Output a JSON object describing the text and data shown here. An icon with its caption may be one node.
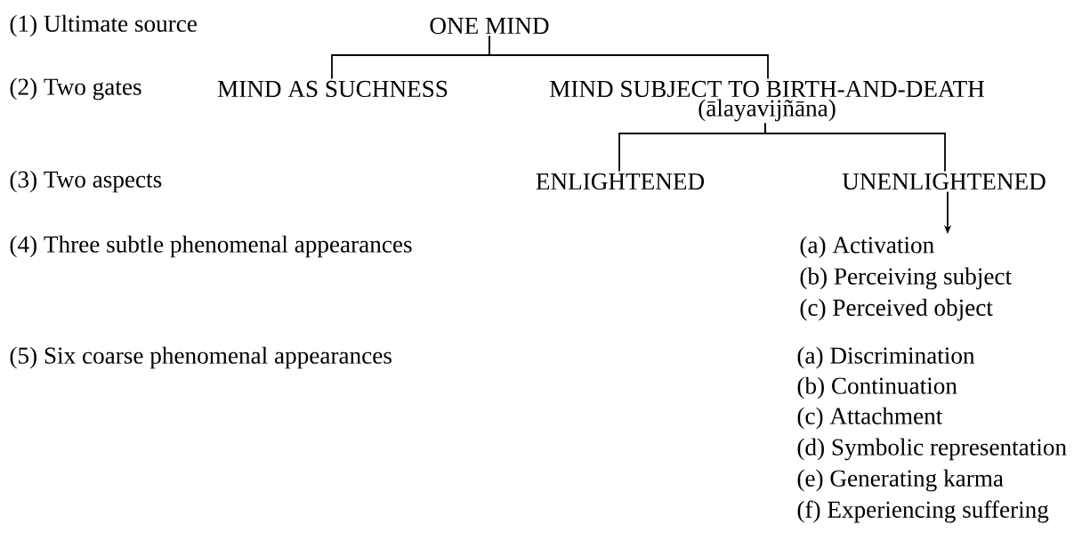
{
  "diagram": {
    "nodes": [
      {
        "text": [
          "ONE MIND"
        ]
      },
      {
        "text": [
          "MIND AS SUCHNESS"
        ]
      },
      {
        "text": [
          "MIND SUBJECT TO BIRTH-AND-DEATH"
        ],
        "beside": [
          "(ālayavijñāna)"
        ]
      },
      {
        "text": [
          "ENLIGHTENED"
        ]
      },
      {
        "text": [
          "UNENLIGHTENED"
        ]
      },
      {
        "text": [
          "(a) Activation",
          "(b) Perceiving subject",
          "(c) Perceived object"
        ]
      }
    ],
    "edges": [
      {
        "from": 0,
        "to": 1,
        "arrow": "none"
      },
      {
        "from": 0,
        "to": 2,
        "arrow": "none"
      },
      {
        "from": 2,
        "to": 3,
        "arrow": "none"
      },
      {
        "from": 2,
        "to": 4,
        "arrow": "none"
      },
      {
        "from": 4,
        "to": 5,
        "arrow": "to"
      }
    ],
    "labels": [
      "(1) Ultimate source",
      "(2) Two gates",
      "(3) Two aspects",
      "(4) Three subtle phenomenal appearances",
      "(5) Six coarse phenomenal appearances",
      "(a) Discrimination",
      "(b) Continuation",
      "(c) Attachment",
      "(d) Symbolic representation",
      "(e) Generating karma",
      "(f) Experiencing suffering"
    ]
  }
}
